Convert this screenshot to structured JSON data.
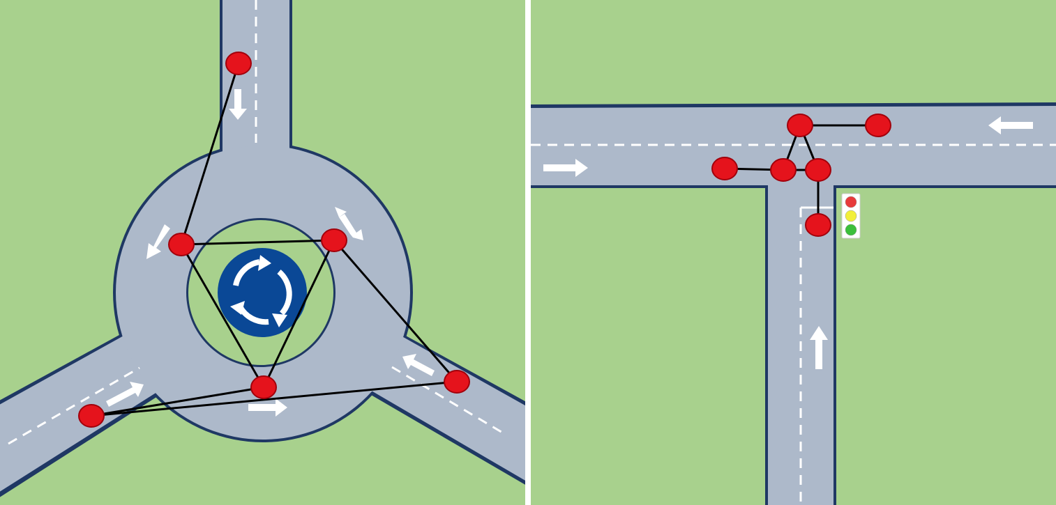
{
  "colors": {
    "grass": "#a8d18d",
    "road": "#adb9ca",
    "road_edge": "#1f3864",
    "lane_marking": "#ffffff",
    "arrow": "#ffffff",
    "node_fill": "#e5131c",
    "node_stroke": "#a1000b",
    "edge_line": "#000000",
    "sign_blue": "#0a4896",
    "light_red": "#e73b3b",
    "light_yellow": "#f2ef3a",
    "light_green": "#3bbf3b",
    "divider": "#ffffff"
  },
  "panels": [
    {
      "id": "roundabout",
      "description_icon": "roundabout-sign-icon",
      "node_count": 6,
      "edges": [
        [
          0,
          1
        ],
        [
          1,
          2
        ],
        [
          1,
          3
        ],
        [
          2,
          3
        ],
        [
          2,
          4
        ],
        [
          3,
          5
        ],
        [
          5,
          4
        ]
      ]
    },
    {
      "id": "t-junction",
      "description_icon": "traffic-light-icon",
      "node_count": 6,
      "edges": [
        [
          0,
          1
        ],
        [
          0,
          2
        ],
        [
          0,
          3
        ],
        [
          2,
          3
        ],
        [
          4,
          2
        ],
        [
          3,
          5
        ]
      ]
    }
  ]
}
